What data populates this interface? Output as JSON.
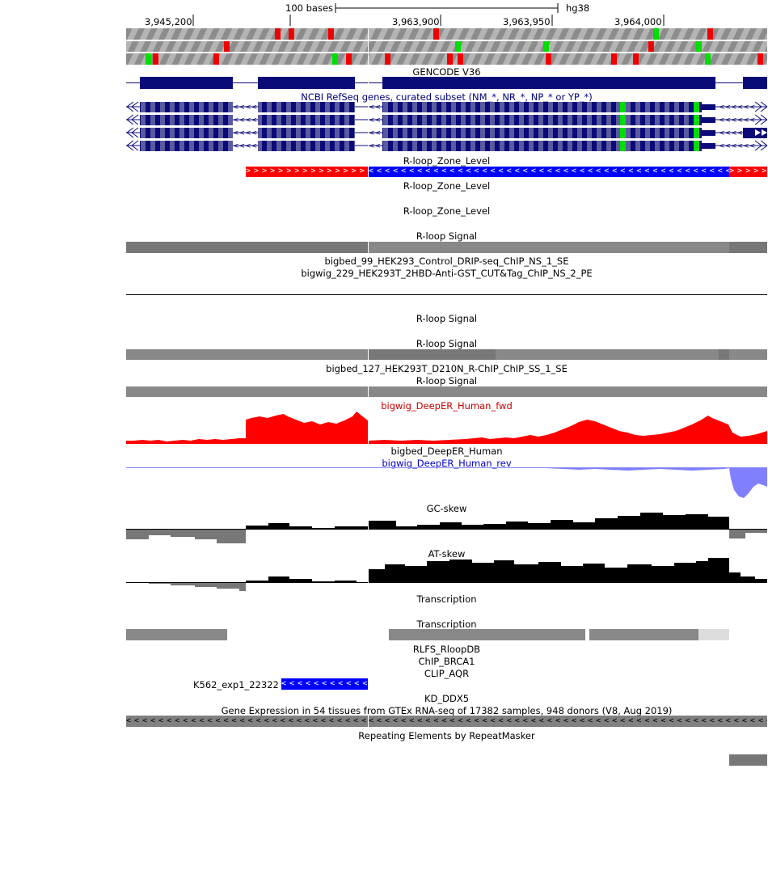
{
  "ruler": {
    "scale_label": "100 bases",
    "assembly": "hg38",
    "ticks": [
      "3,945,200",
      "3,963,900",
      "3,963,950",
      "3,964,000"
    ]
  },
  "tracks": {
    "gencode": "GENCODE V36",
    "refseq": "NCBI RefSeq genes, curated subset (NM_*, NR_*, NP_* or YP_*)",
    "rloop_zone_1": "R-loop_Zone_Level",
    "rloop_zone_2": "R-loop_Zone_Level",
    "rloop_zone_3": "R-loop_Zone_Level",
    "rloop_signal_1": "R-loop Signal",
    "bigbed_99": "bigbed_99_HEK293_Control_DRIP-seq_ChIP_NS_1_SE",
    "bigwig_229": "bigwig_229_HEK293T_2HBD-Anti-GST_CUT&Tag_ChIP_NS_2_PE",
    "rloop_signal_2": "R-loop Signal",
    "rloop_signal_3": "R-loop Signal",
    "bigbed_127": "bigbed_127_HEK293T_D210N_R-ChIP_ChIP_SS_1_SE",
    "rloop_signal_4": "R-loop Signal",
    "deeper_fwd": "bigwig_DeepER_Human_fwd",
    "deeper_bed": "bigbed_DeepER_Human",
    "deeper_rev": "bigwig_DeepER_Human_rev",
    "gc_skew": "GC-skew",
    "at_skew": "AT-skew",
    "transcription_1": "Transcription",
    "transcription_2": "Transcription",
    "rlfs": "RLFS_RloopDB",
    "chip_brca1": "ChIP_BRCA1",
    "clip_aqr": "CLIP_AQR",
    "k562_item": "K562_exp1_22322",
    "kd_ddx5": "KD_DDX5",
    "gtex": "Gene Expression in 54 tissues from GTEx RNA-seq of 17382 samples, 948 donors (V8, Aug 2019)",
    "repeatmasker": "Repeating Elements by RepeatMasker"
  },
  "colors": {
    "gene_navy": "#0a0a78",
    "exon_light": "#5a5aa0",
    "red": "#ff0000",
    "blue": "#0000ff",
    "grey_dark": "#777777",
    "grey_mid": "#888888",
    "grey_light": "#dddddd",
    "fwd_signal": "#ff0000",
    "rev_signal": "#8080ff",
    "skew": "#000000",
    "neg_skew": "#777777",
    "refseq_label": "#000080",
    "fwd_label": "#cc0000",
    "rev_label": "#0000cc",
    "snp_green": "#00dd00"
  }
}
